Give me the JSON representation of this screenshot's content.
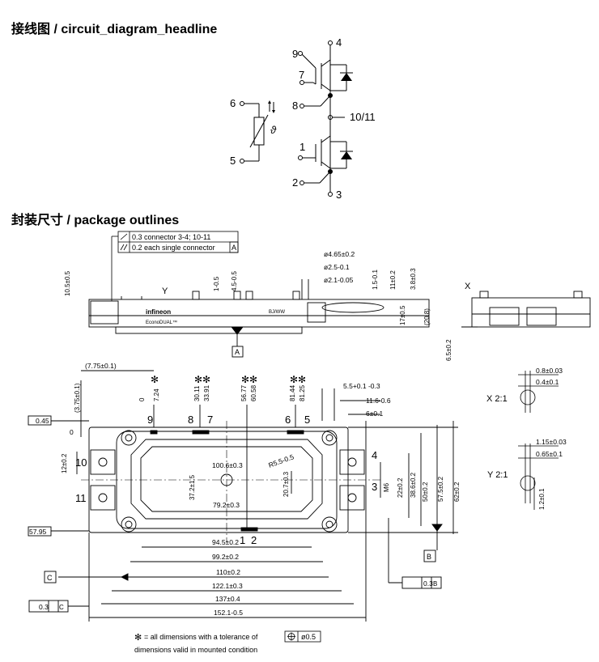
{
  "headings": {
    "circuit": "接线图 / circuit_diagram_headline",
    "package": "封装尺寸 / package outlines"
  },
  "circuit_pins": {
    "p9": "9",
    "p4": "4",
    "p7": "7",
    "p8": "8",
    "p1011": "10/11",
    "p6": "6",
    "p5": "5",
    "p1": "1",
    "p2": "2",
    "p3": "3"
  },
  "tolerance_box": {
    "line1": "0.3 connector 3-4; 10-11",
    "line2": "0.2 each single connector",
    "datum": "A"
  },
  "side_view": {
    "d1": "ø4.65±0.2",
    "d2": "ø2.5-0.1",
    "d3": "ø2.1-0.05",
    "h105": "10.5±0.5",
    "h1": "1-0.5",
    "h45": "4.5-0.5",
    "h15": "1.5-0.1",
    "h11": "11±0.2",
    "h38": "3.8±0.3",
    "h17": "17±0.5",
    "h208": "(20.8)",
    "h65": "6.5±0.2",
    "Y": "Y",
    "X": "X",
    "datumA": "A",
    "brand": "infineon",
    "product": "EconoDUAL™",
    "code": "BJ/WW"
  },
  "top_view": {
    "t775": "(7.75±0.1)",
    "t375": "(3.75±0.1)",
    "t045": "0.45",
    "t0a": "0",
    "t0b": "0",
    "t724": "7.24",
    "t3011": "30.11",
    "t3391": "33.91",
    "t5677": "56.77",
    "t6058": "60.58",
    "t8144": "81.44",
    "t8125": "81.25",
    "t55": "5.5+0.1 -0.3",
    "t116": "11.6-0.6",
    "t6": "6±0.1",
    "t12": "12±0.2",
    "t1006": "100.6±0.3",
    "t372": "37.2±1.5",
    "r55": "R5.5-0.5",
    "t207": "20.7±0.3",
    "t792": "79.2±0.3",
    "m6": "M6",
    "t22": "22±0.2",
    "t386": "38.6±0.2",
    "t50": "50±0.2",
    "t575": "57.5±0.2",
    "t62": "62±0.2",
    "t945": "94.5±0.2",
    "t992": "99.2±0.2",
    "t110": "110±0.2",
    "t1221": "122.1±0.3",
    "t137": "137±0.4",
    "t1521": "152.1-0.5",
    "t5795": "57.95",
    "datumB": "B",
    "datumC": "C",
    "flat03b": "0.3",
    "flat03c": "0.3",
    "pins": {
      "p9": "9",
      "p8": "8",
      "p7": "7",
      "p6": "6",
      "p5": "5",
      "p10": "10",
      "p11": "11",
      "p4": "4",
      "p3": "3",
      "p1": "1",
      "p2": "2"
    }
  },
  "detail_x": {
    "title": "X 2:1",
    "a": "0.8±0.03",
    "b": "0.4±0.1"
  },
  "detail_y": {
    "title": "Y 2:1",
    "a": "1.15±0.03",
    "b": "0.65±0.1",
    "c": "1.2±0.1"
  },
  "footnotes": {
    "star": "= all dimensions with a tolerance of",
    "tol": "ø0.5",
    "mounted": "dimensions valid in mounted condition"
  }
}
